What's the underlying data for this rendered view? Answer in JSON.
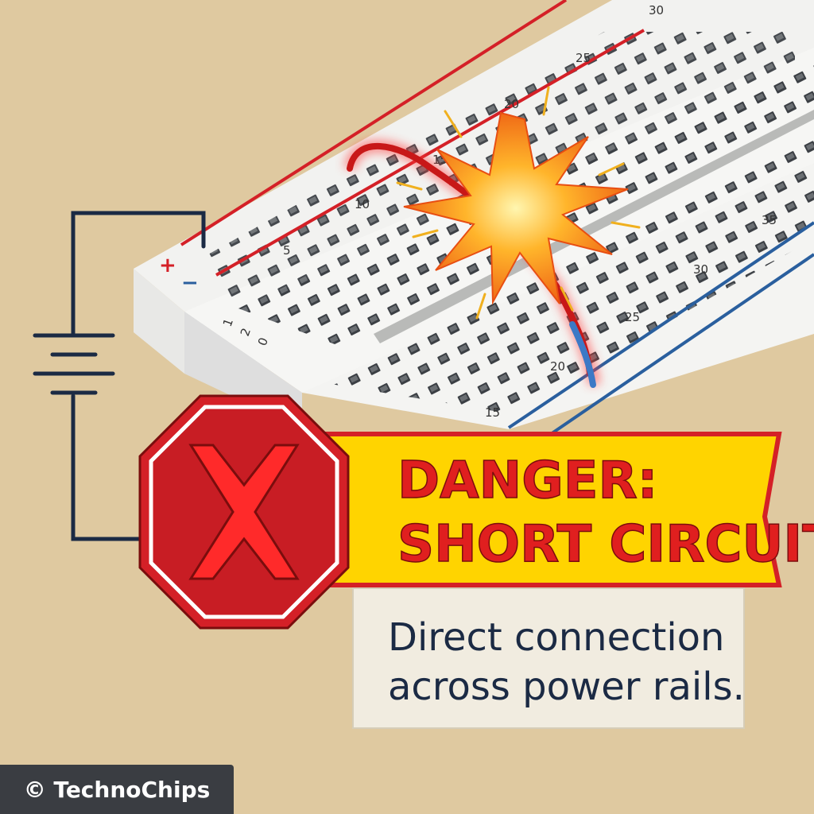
{
  "warning": {
    "title_line1": "DANGER:",
    "title_line2": "SHORT CIRCUIT",
    "description_line1": "Direct connection",
    "description_line2": "across power rails.",
    "icon": "stop-sign-x-icon"
  },
  "breadboard": {
    "rail_plus_symbol": "+",
    "rail_minus_symbol": "−",
    "column_numbers_top": [
      "5",
      "10",
      "15",
      "20",
      "25",
      "30"
    ],
    "column_numbers_bottom": [
      "15",
      "20",
      "25",
      "30",
      "35"
    ],
    "row_letters": [
      "1",
      "2",
      "0"
    ]
  },
  "credit": "© TechnoChips",
  "colors": {
    "background": "#dfc9a0",
    "danger_red": "#e01f1f",
    "banner_yellow": "#ffd400",
    "text_navy": "#1b2a44",
    "rail_red": "#d42027",
    "rail_blue": "#2a5f9e"
  }
}
